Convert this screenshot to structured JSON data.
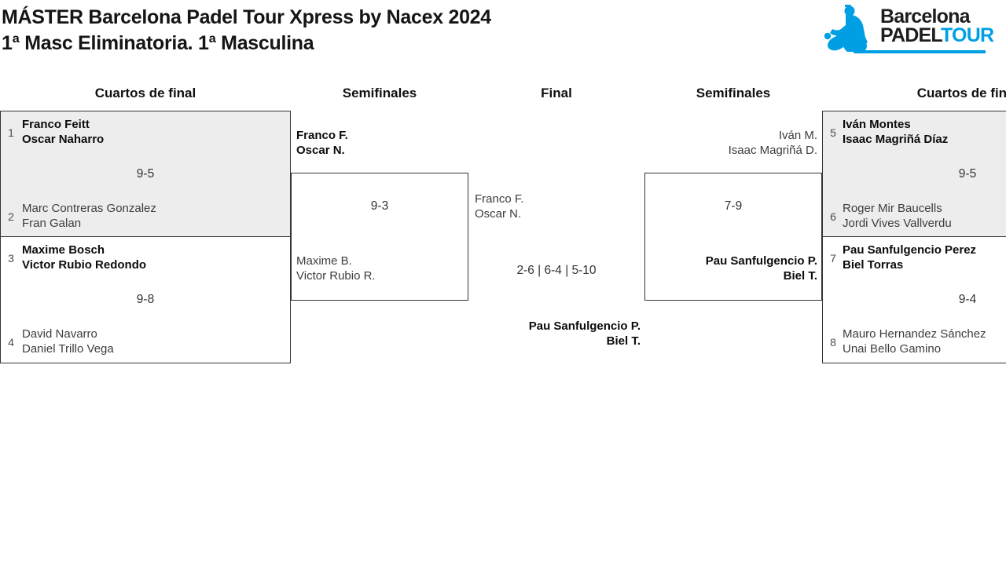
{
  "title": {
    "line1": "MÁSTER Barcelona Padel Tour Xpress by Nacex 2024",
    "line2": "1ª Masc Eliminatoria. 1ª Masculina"
  },
  "logo": {
    "brand_top": "Barcelona",
    "brand_padel": "PADEL",
    "brand_tour": "TOUR",
    "accent_blue": "#009fe3"
  },
  "round_headers": {
    "qf_left": "Cuartos de final",
    "sf_left": "Semifinales",
    "final": "Final",
    "sf_right": "Semifinales",
    "qf_right": "Cuartos de final"
  },
  "colors": {
    "box_gray": "#ededed",
    "box_border": "#333333",
    "winner_text": "#0c0c0c",
    "loser_text": "#3d3d3d"
  },
  "matches": {
    "qf_left_1": {
      "seed_a": "1",
      "a1": "Franco Feitt",
      "a2": "Oscar Naharro",
      "score": "9-5",
      "seed_b": "2",
      "b1": "Marc Contreras Gonzalez",
      "b2": "Fran Galan",
      "winner": "a"
    },
    "qf_left_2": {
      "seed_a": "3",
      "a1": "Maxime Bosch",
      "a2": "Victor Rubio Redondo",
      "score": "9-8",
      "seed_b": "4",
      "b1": "David Navarro",
      "b2": "Daniel Trillo Vega",
      "winner": "a"
    },
    "sf_left": {
      "a1": "Franco F.",
      "a2": "Oscar N.",
      "score": "9-3",
      "b1": "Maxime B.",
      "b2": "Victor Rubio R.",
      "winner": "a"
    },
    "final": {
      "a1": "Franco F.",
      "a2": "Oscar N.",
      "score": "2-6 | 6-4 | 5-10",
      "b1": "Pau Sanfulgencio P.",
      "b2": "Biel T.",
      "winner": "b"
    },
    "sf_right": {
      "a1": "Iván M.",
      "a2": "Isaac Magriñá D.",
      "score": "7-9",
      "b1": "Pau Sanfulgencio P.",
      "b2": "Biel T.",
      "winner": "b"
    },
    "qf_right_1": {
      "seed_a": "5",
      "a1": "Iván Montes",
      "a2": "Isaac Magriñá Díaz",
      "score": "9-5",
      "seed_b": "6",
      "b1": "Roger Mir Baucells",
      "b2": "Jordi Vives Vallverdu",
      "winner": "a"
    },
    "qf_right_2": {
      "seed_a": "7",
      "a1": "Pau Sanfulgencio Perez",
      "a2": "Biel Torras",
      "score": "9-4",
      "seed_b": "8",
      "b1": "Mauro Hernandez Sánchez",
      "b2": "Unai Bello Gamino",
      "winner": "a"
    }
  }
}
